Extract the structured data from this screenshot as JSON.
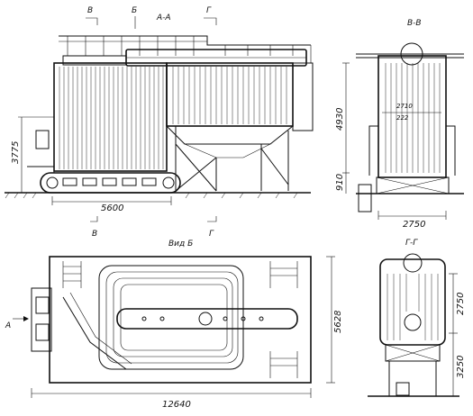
{
  "views": {
    "section_aa": "А-А",
    "section_vv": "В-В",
    "section_gg": "Г-Г",
    "view_b": "Вид Б"
  },
  "markers": {
    "v_top": "В",
    "b_top": "Б",
    "g_top": "Г",
    "v_bottom": "В",
    "g_bottom": "Г",
    "a_left": "А"
  },
  "dimensions": {
    "height_3775": "3775",
    "length_5600": "5600",
    "height_4930": "4930",
    "height_910": "910",
    "width_2750_vv": "2750",
    "inner_2710": "2710",
    "inner_222": "222",
    "width_5628": "5628",
    "length_12640": "12640",
    "height_2750_gg": "2750",
    "height_3250": "3250"
  }
}
